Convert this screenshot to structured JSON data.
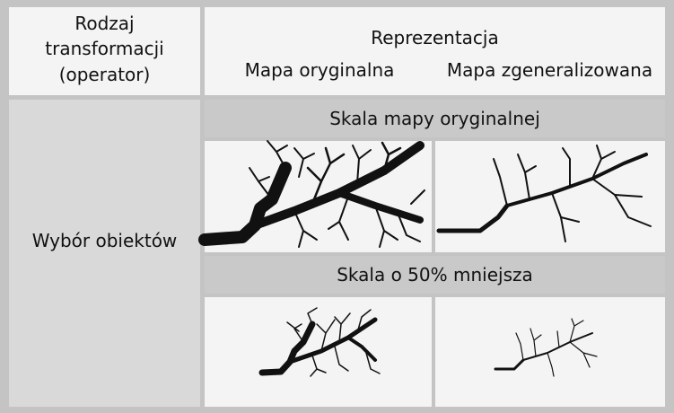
{
  "header": {
    "operator_col": [
      "Rodzaj",
      "transformacji",
      "(operator)"
    ],
    "representation_title": "Reprezentacja",
    "original_map": "Mapa oryginalna",
    "generalized_map": "Mapa zgeneralizowana"
  },
  "rows": {
    "operator_name": "Wybór obiektów",
    "scale_original": "Skala mapy oryginalnej",
    "scale_half": "Skala o 50% mniejsza"
  },
  "colors": {
    "background": "#c4c4c4",
    "panel": "#f4f4f4",
    "scale_band": "#c9c9c9",
    "ink": "#111111"
  }
}
